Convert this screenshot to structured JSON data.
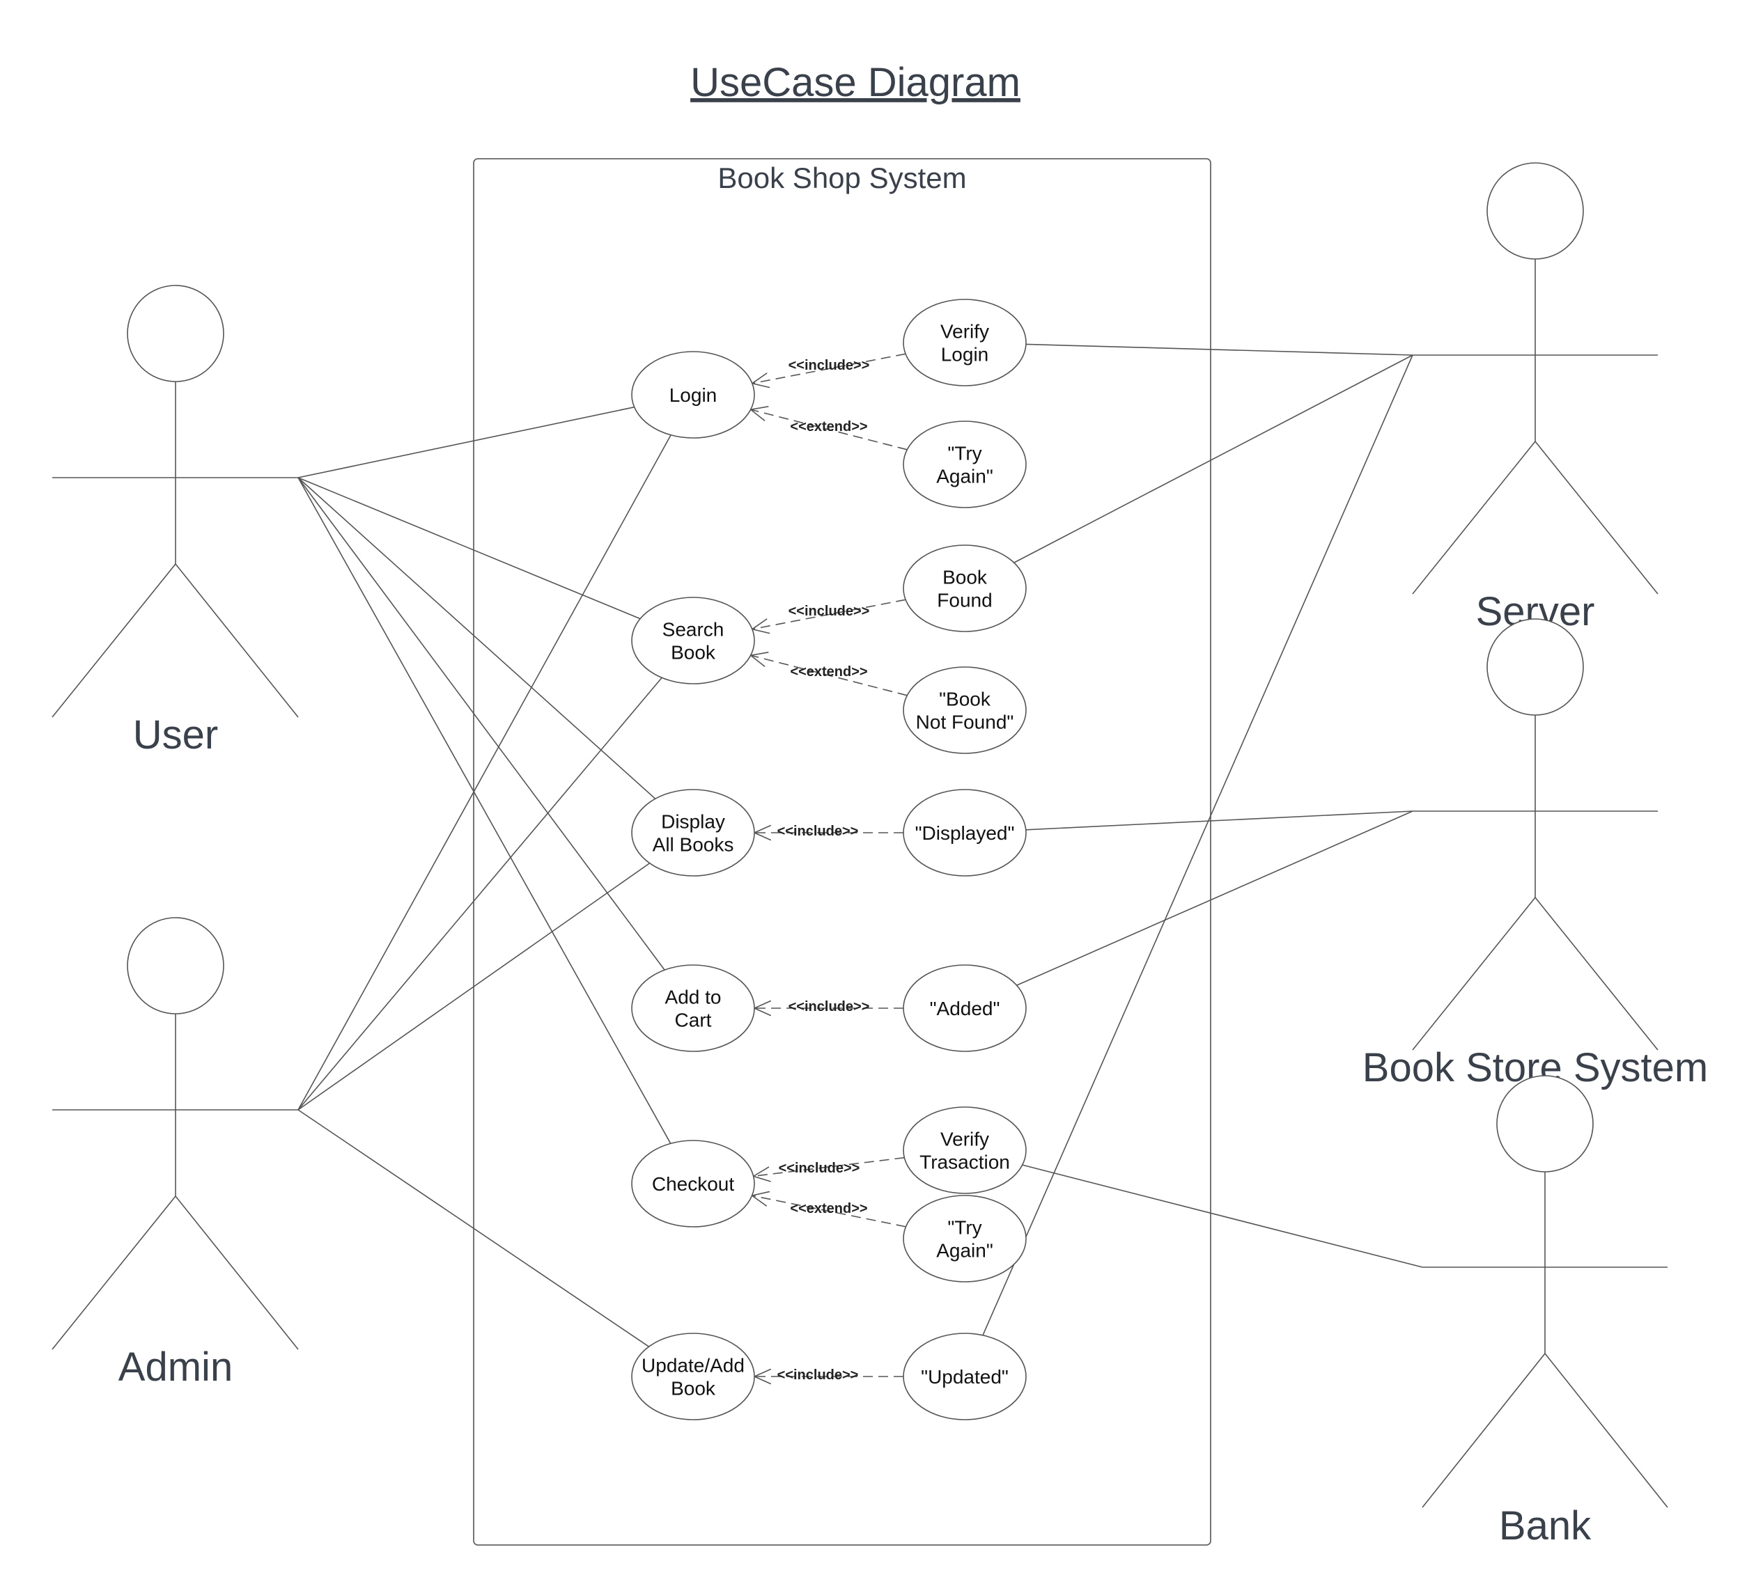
{
  "title": "UseCase Diagram",
  "system_boundary": {
    "label": "Book Shop System"
  },
  "actors": [
    {
      "id": "user",
      "label": "User"
    },
    {
      "id": "admin",
      "label": "Admin"
    },
    {
      "id": "server",
      "label": "Server"
    },
    {
      "id": "bookstore",
      "label": "Book Store System"
    },
    {
      "id": "bank",
      "label": "Bank"
    }
  ],
  "use_cases": [
    {
      "id": "login",
      "lines": [
        "Login"
      ]
    },
    {
      "id": "verify_login",
      "lines": [
        "Verify",
        "Login"
      ]
    },
    {
      "id": "try_again_1",
      "lines": [
        "\"Try",
        "Again\""
      ]
    },
    {
      "id": "search_book",
      "lines": [
        "Search",
        "Book"
      ]
    },
    {
      "id": "book_found",
      "lines": [
        "Book",
        "Found"
      ]
    },
    {
      "id": "book_not_found",
      "lines": [
        "\"Book",
        "Not Found\""
      ]
    },
    {
      "id": "display_all",
      "lines": [
        "Display",
        "All Books"
      ]
    },
    {
      "id": "displayed",
      "lines": [
        "\"Displayed\""
      ]
    },
    {
      "id": "add_to_cart",
      "lines": [
        "Add to",
        "Cart"
      ]
    },
    {
      "id": "added",
      "lines": [
        "\"Added\""
      ]
    },
    {
      "id": "checkout",
      "lines": [
        "Checkout"
      ]
    },
    {
      "id": "verify_transaction",
      "lines": [
        "Verify",
        "Trasaction"
      ]
    },
    {
      "id": "try_again_2",
      "lines": [
        "\"Try",
        "Again\""
      ]
    },
    {
      "id": "update_add",
      "lines": [
        "Update/Add",
        "Book"
      ]
    },
    {
      "id": "updated",
      "lines": [
        "\"Updated\""
      ]
    }
  ],
  "relationships": [
    {
      "from": "login",
      "to": "verify_login",
      "label": "<<include>>"
    },
    {
      "from": "login",
      "to": "try_again_1",
      "label": "<<extend>>"
    },
    {
      "from": "search_book",
      "to": "book_found",
      "label": "<<include>>"
    },
    {
      "from": "search_book",
      "to": "book_not_found",
      "label": "<<extend>>"
    },
    {
      "from": "display_all",
      "to": "displayed",
      "label": "<<include>>"
    },
    {
      "from": "add_to_cart",
      "to": "added",
      "label": "<<include>>"
    },
    {
      "from": "checkout",
      "to": "verify_transaction",
      "label": "<<include>>"
    },
    {
      "from": "checkout",
      "to": "try_again_2",
      "label": "<<extend>>"
    },
    {
      "from": "update_add",
      "to": "updated",
      "label": "<<include>>"
    }
  ],
  "associations": [
    {
      "actor": "user",
      "use_case": "login"
    },
    {
      "actor": "user",
      "use_case": "search_book"
    },
    {
      "actor": "user",
      "use_case": "display_all"
    },
    {
      "actor": "user",
      "use_case": "add_to_cart"
    },
    {
      "actor": "user",
      "use_case": "checkout"
    },
    {
      "actor": "admin",
      "use_case": "login"
    },
    {
      "actor": "admin",
      "use_case": "search_book"
    },
    {
      "actor": "admin",
      "use_case": "display_all"
    },
    {
      "actor": "admin",
      "use_case": "update_add"
    },
    {
      "actor": "server",
      "use_case": "verify_login"
    },
    {
      "actor": "server",
      "use_case": "book_found"
    },
    {
      "actor": "server",
      "use_case": "updated"
    },
    {
      "actor": "bookstore",
      "use_case": "displayed"
    },
    {
      "actor": "bookstore",
      "use_case": "added"
    },
    {
      "actor": "bank",
      "use_case": "verify_transaction"
    }
  ]
}
